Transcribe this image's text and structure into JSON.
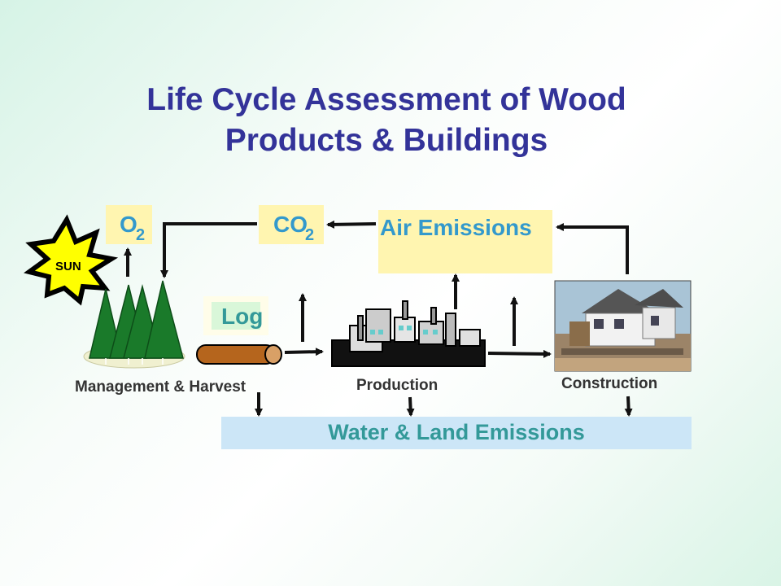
{
  "title": {
    "line1": "Life Cycle Assessment of Wood",
    "line2": "Products & Buildings"
  },
  "boxes": {
    "o2": {
      "main": "O",
      "sub": "2"
    },
    "co2": {
      "main": "CO",
      "sub": "2"
    },
    "air": "Air Emissions",
    "log": "Log",
    "water": "Water & Land Emissions"
  },
  "sun": "SUN",
  "stages": {
    "harvest": "Management & Harvest",
    "production": "Production",
    "construction": "Construction"
  },
  "colors": {
    "title": "#333399",
    "box_fill": "#fff5b0",
    "box_text": "#3399cc",
    "water_fill": "#cce6f7",
    "water_text": "#339999"
  }
}
